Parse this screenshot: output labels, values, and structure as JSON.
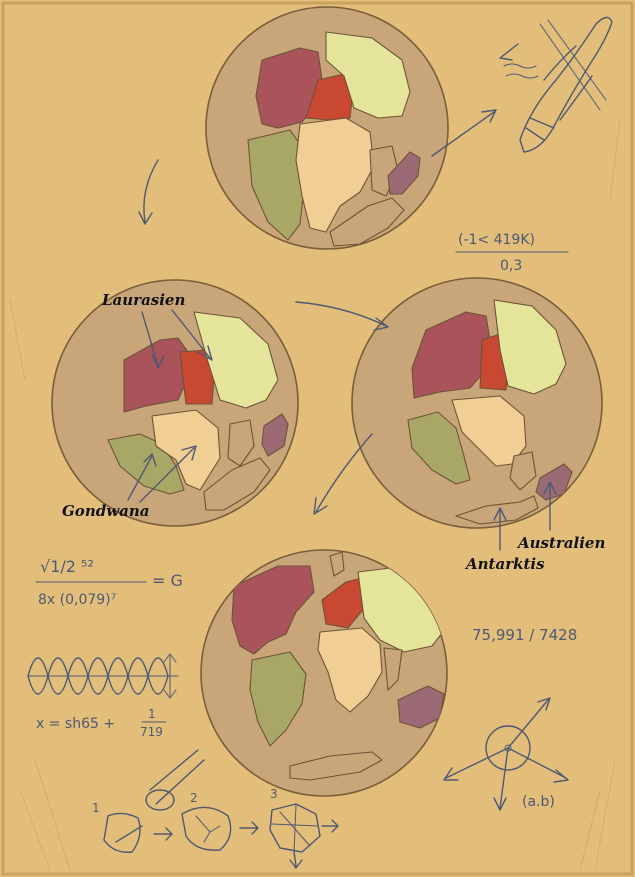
{
  "colors": {
    "paper": "#e2be7a",
    "globe": "#c9a679",
    "laurasia_red": "#a9535a",
    "europe_red": "#c94832",
    "eurasia_yellow": "#e4e59a",
    "africa_beige": "#f1cf94",
    "south_america_green": "#a9a766",
    "australia_purple": "#9b6a74",
    "pencil": "#4f5973"
  },
  "labels": {
    "laurasia": "Laurasien",
    "gondwana": "Gondwana",
    "antarctica": "Antarktis",
    "australia": "Australien"
  },
  "scribbles": {
    "fraction_top": "(-1< 419K)",
    "fraction_bottom": "0,3",
    "formula_num": "√1/2 ⁵²",
    "formula_den": "8x (0,079)⁷",
    "formula_eq": "= G",
    "ratio": "75,991 / 7428",
    "wave_formula": "x = sh65 +",
    "wave_frac_num": "1",
    "wave_frac_den": "719",
    "vector_label": "(a.b)",
    "step_1": "1",
    "step_2": "2",
    "step_3": "3"
  }
}
